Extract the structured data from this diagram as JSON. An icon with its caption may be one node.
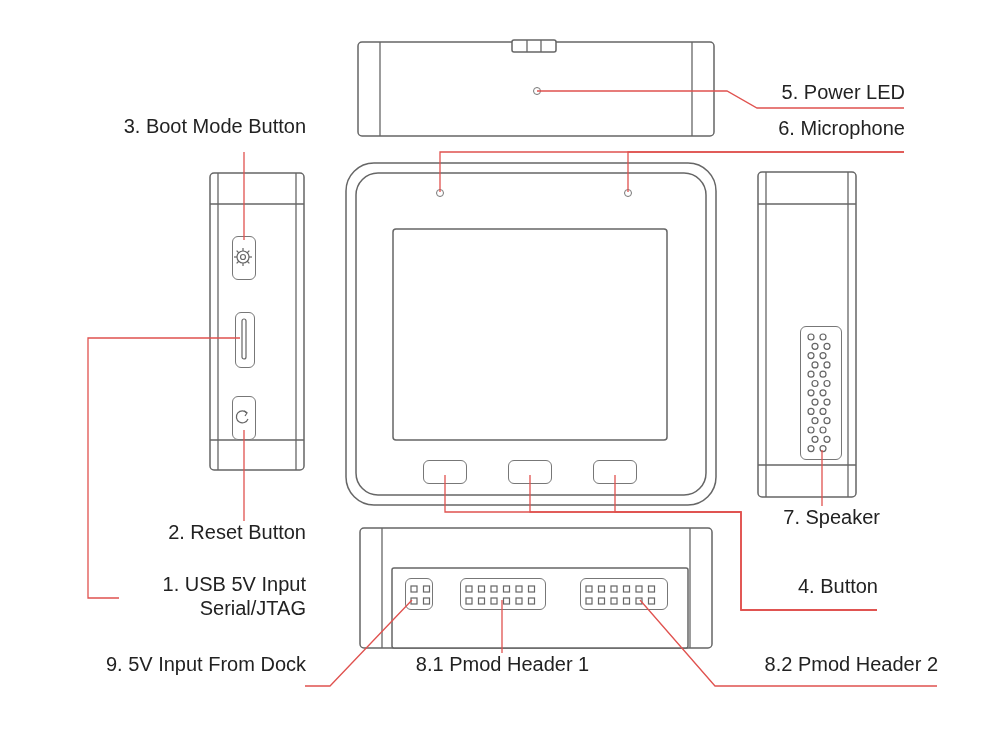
{
  "diagram": {
    "nodes": [
      {
        "text": [
          "5. Power LED"
        ]
      },
      {
        "text": [],
        "shape": "circle"
      },
      {
        "text": [
          "3. Boot Mode Button"
        ]
      },
      {
        "text": [],
        "shape": "box"
      },
      {
        "text": [
          "6. Microphone"
        ]
      },
      {
        "text": [],
        "shape": "circle"
      },
      {
        "text": [],
        "shape": "circle"
      },
      {
        "text": [
          "1. USB 5V Input Serial/JTAG"
        ]
      },
      {
        "text": [],
        "shape": "box"
      },
      {
        "text": [
          "2. Reset Button"
        ]
      },
      {
        "text": [],
        "shape": "box"
      },
      {
        "text": [
          "7. Speaker"
        ]
      },
      {
        "text": [],
        "shape": "box"
      },
      {
        "text": [
          "4. Button"
        ]
      },
      {
        "text": [],
        "shape": "box"
      },
      {
        "text": [],
        "shape": "box"
      },
      {
        "text": [],
        "shape": "box"
      },
      {
        "text": [
          "9. 5V Input From Dock"
        ]
      },
      {
        "text": [],
        "shape": "box"
      },
      {
        "text": [
          "8.1 Pmod Header 1"
        ]
      },
      {
        "text": [],
        "shape": "box"
      },
      {
        "text": [
          "8.2 Pmod Header 2"
        ]
      },
      {
        "text": [],
        "shape": "box"
      }
    ],
    "edges": [
      {
        "from": 0,
        "to": 1,
        "arrow": "none"
      },
      {
        "from": 4,
        "to": 5,
        "arrow": "none"
      },
      {
        "from": 4,
        "to": 6,
        "arrow": "none"
      },
      {
        "from": 2,
        "to": 3,
        "arrow": "none"
      },
      {
        "from": 7,
        "to": 8,
        "arrow": "none"
      },
      {
        "from": 9,
        "to": 10,
        "arrow": "none"
      },
      {
        "from": 11,
        "to": 12,
        "arrow": "none"
      },
      {
        "from": 13,
        "to": 14,
        "arrow": "none"
      },
      {
        "from": 13,
        "to": 15,
        "arrow": "none"
      },
      {
        "from": 13,
        "to": 16,
        "arrow": "none"
      },
      {
        "from": 17,
        "to": 18,
        "arrow": "none"
      },
      {
        "from": 19,
        "to": 20,
        "arrow": "none"
      },
      {
        "from": 21,
        "to": 22,
        "arrow": "none"
      }
    ]
  }
}
